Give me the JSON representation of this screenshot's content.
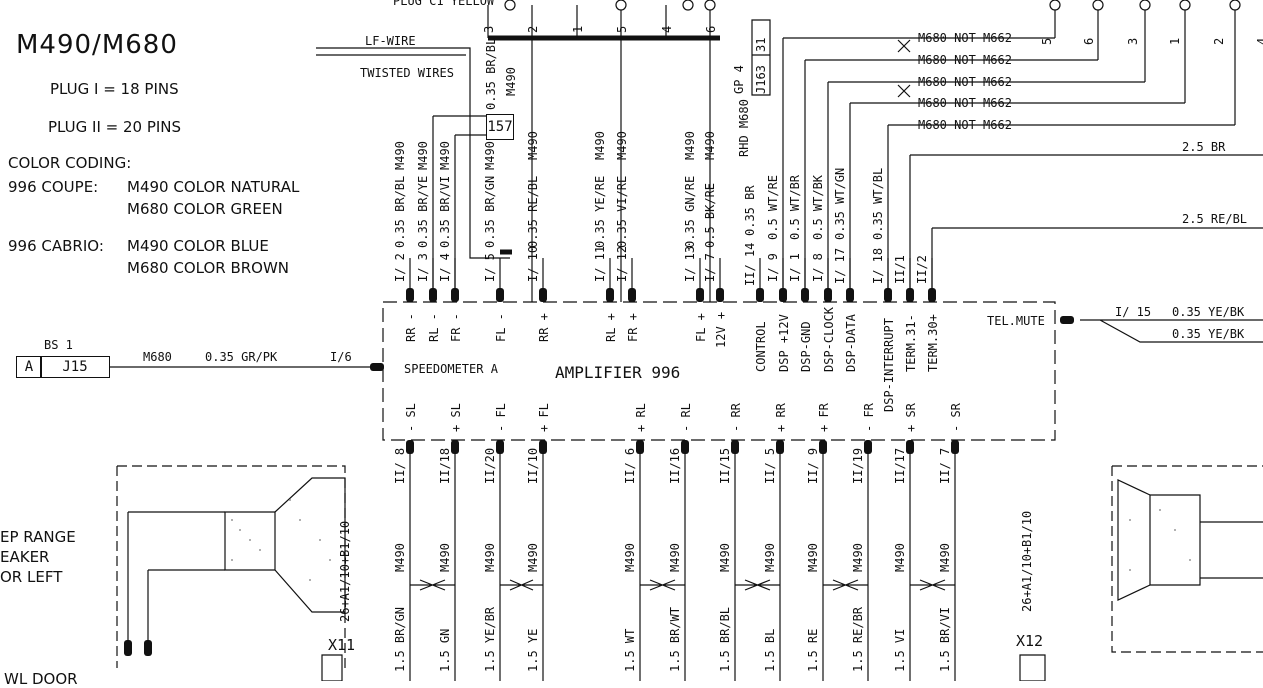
{
  "title": "M490/M680",
  "notes": {
    "plug1": "PLUG I = 18 PINS",
    "plug2": "PLUG II = 20 PINS",
    "color_coding": "COLOR CODING:",
    "coupe_label": "996 COUPE:",
    "coupe_line1": "M490 COLOR NATURAL",
    "coupe_line2": "M680 COLOR GREEN",
    "cabrio_label": "996 CABRIO:",
    "cabrio_line1": "M490 COLOR BLUE",
    "cabrio_line2": "M680 COLOR BROWN"
  },
  "top": {
    "plug_yellow": "PLUG C1 YELLOW",
    "lf_wire": "LF-WIRE",
    "twisted": "TWISTED WIRES",
    "wire_335": "0.35 BR/BL",
    "m490": "M490",
    "box157": "157",
    "gp4": "GP 4",
    "j163": "J163",
    "n31": "31",
    "rhd": "RHD M680",
    "pins_top": [
      "3",
      "2",
      "1",
      "5",
      "4",
      "6"
    ],
    "pins_right": [
      "5",
      "6",
      "3",
      "1",
      "2",
      "4"
    ]
  },
  "not_labels": [
    "M680 NOT M662",
    "M680 NOT M662",
    "M680 NOT M662",
    "M680 NOT M662",
    "M680 NOT M662"
  ],
  "right_wires": {
    "br": "2.5 BR",
    "rebl": "2.5 RE/BL",
    "pin15": "I/ 15",
    "yebk1": "0.35 YE/BK",
    "yebk2": "0.35 YE/BK"
  },
  "amp": {
    "label": "AMPLIFIER 996",
    "speedo": "SPEEDOMETER A",
    "telmute": "TEL.MUTE",
    "top_terms": [
      "RR -",
      "RL -",
      "FR -",
      "FL -",
      "RR +",
      "RL +",
      "FR +",
      "FL +",
      "12V +",
      "CONTROL",
      "DSP +12V",
      "DSP-GND",
      "DSP-CLOCK",
      "DSP-DATA",
      "DSP-INTERRUPT",
      "TERM.31-",
      "TERM.30+"
    ],
    "bottom_terms": [
      "- SL",
      "+ SL",
      "- FL",
      "+ FL",
      "+ RL",
      "- RL",
      "- RR",
      "+ RR",
      "+ FR",
      "- FR",
      "+ SR",
      "- SR"
    ]
  },
  "top_wires": [
    {
      "pin": "I/ 2",
      "wire": "0.35 BR/BL",
      "m": "M490"
    },
    {
      "pin": "I/ 3",
      "wire": "0.35 BR/YE",
      "m": "M490"
    },
    {
      "pin": "I/ 4",
      "wire": "0.35 BR/VI",
      "m": "M490"
    },
    {
      "pin": "I/ 5",
      "wire": "0.35 BR/GN",
      "m": "M490"
    },
    {
      "pin": "I/ 10",
      "wire": "0.35 RE/BL",
      "m": "M490"
    },
    {
      "pin": "I/ 11",
      "wire": "0.35 YE/RE",
      "m": "M490"
    },
    {
      "pin": "I/ 12",
      "wire": "0.35 VI/RE",
      "m": "M490"
    },
    {
      "pin": "I/ 13",
      "wire": "0.35 GN/RE",
      "m": "M490"
    },
    {
      "pin": "I/ 7",
      "wire": "0.5 BK/RE",
      "m": "M490"
    },
    {
      "pin": "II/ 14",
      "wire": "0.35 BR",
      "m": ""
    },
    {
      "pin": "I/ 9",
      "wire": "0.5 WT/RE",
      "m": ""
    },
    {
      "pin": "I/ 1",
      "wire": "0.5 WT/BR",
      "m": ""
    },
    {
      "pin": "I/ 8",
      "wire": "0.5 WT/BK",
      "m": ""
    },
    {
      "pin": "I/ 17",
      "wire": "0.35 WT/GN",
      "m": ""
    },
    {
      "pin": "I/ 18",
      "wire": "0.35 WT/BL",
      "m": ""
    },
    {
      "pin": "II/1",
      "wire": "",
      "m": ""
    },
    {
      "pin": "II/2",
      "wire": "",
      "m": ""
    }
  ],
  "bottom_wires": [
    {
      "pin": "II/ 8",
      "wire": "1.5 BR/GN",
      "m": "M490"
    },
    {
      "pin": "II/18",
      "wire": "1.5 GN",
      "m": "M490"
    },
    {
      "pin": "II/20",
      "wire": "1.5 YE/BR",
      "m": "M490"
    },
    {
      "pin": "II/10",
      "wire": "1.5 YE",
      "m": "M490"
    },
    {
      "pin": "II/ 6",
      "wire": "1.5 WT",
      "m": "M490"
    },
    {
      "pin": "II/16",
      "wire": "1.5 BR/WT",
      "m": "M490"
    },
    {
      "pin": "II/15",
      "wire": "1.5 BR/BL",
      "m": "M490"
    },
    {
      "pin": "II/ 5",
      "wire": "1.5 BL",
      "m": "M490"
    },
    {
      "pin": "II/ 9",
      "wire": "1.5 RE",
      "m": "M490"
    },
    {
      "pin": "II/19",
      "wire": "1.5 RE/BR",
      "m": "M490"
    },
    {
      "pin": "II/17",
      "wire": "1.5 VI",
      "m": "M490"
    },
    {
      "pin": "II/ 7",
      "wire": "1.5 BR/VI",
      "m": "M490"
    }
  ],
  "left": {
    "bs1": "BS 1",
    "a": "A",
    "j15": "J15",
    "m680": "M680",
    "wire": "0.35 GR/PK",
    "pin": "I/6",
    "speaker_l1": "EP RANGE",
    "speaker_l2": "EAKER",
    "speaker_l3": "OR LEFT",
    "door": "WL DOOR",
    "x11": "X11",
    "ref11": "26+A1/10+B1/10"
  },
  "right": {
    "x12": "X12",
    "ref12": "26+A1/10+B1/10"
  }
}
